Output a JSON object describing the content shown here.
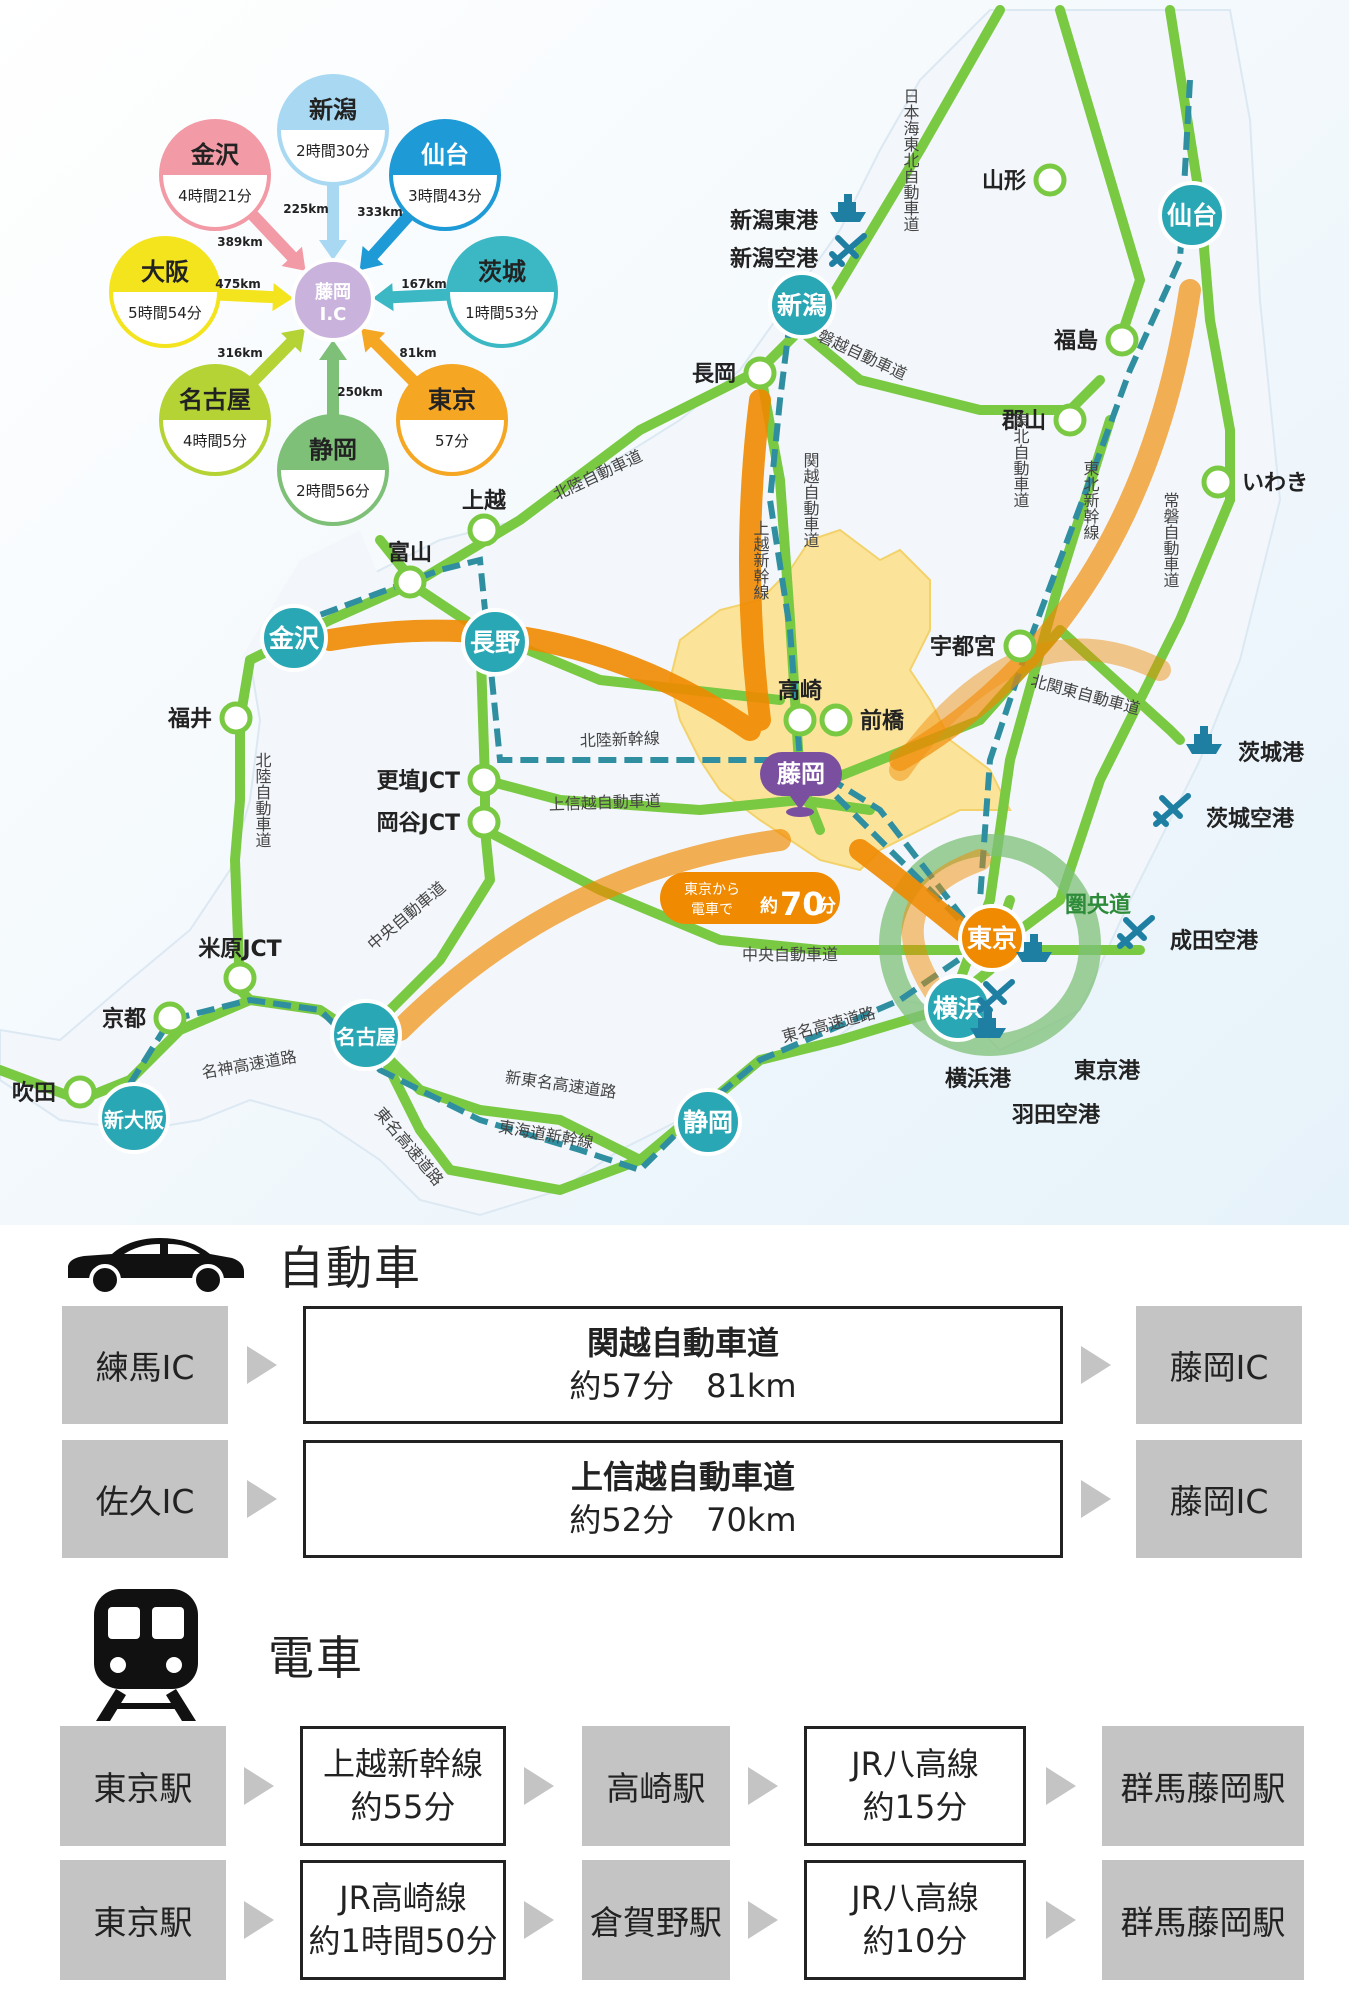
{
  "map": {
    "center": {
      "name": "藤岡",
      "ic_line1": "藤岡",
      "ic_line2": "I.C"
    },
    "distances": [
      {
        "city": "新潟",
        "time": "2時間30分",
        "km": "225km",
        "color": "#a8d8f2",
        "text_color": "#222"
      },
      {
        "city": "仙台",
        "time": "3時間43分",
        "km": "333km",
        "color": "#1e9ad6",
        "text_color": "#fff"
      },
      {
        "city": "茨城",
        "time": "1時間53分",
        "km": "167km",
        "color": "#3cb8c4",
        "text_color": "#222"
      },
      {
        "city": "東京",
        "time": "57分",
        "km": "81km",
        "color": "#f5a623",
        "text_color": "#222"
      },
      {
        "city": "静岡",
        "time": "2時間56分",
        "km": "250km",
        "color": "#7fc078",
        "text_color": "#222"
      },
      {
        "city": "名古屋",
        "time": "4時間5分",
        "km": "316km",
        "color": "#b5d334",
        "text_color": "#222"
      },
      {
        "city": "大阪",
        "time": "5時間54分",
        "km": "475km",
        "color": "#f4e41e",
        "text_color": "#222"
      },
      {
        "city": "金沢",
        "time": "4時間21分",
        "km": "389km",
        "color": "#f29aa6",
        "text_color": "#222"
      }
    ],
    "hub_cities": [
      "新潟",
      "仙台",
      "金沢",
      "長野",
      "名古屋",
      "静岡",
      "新大阪",
      "横浜",
      "東京"
    ],
    "small_cities": [
      "山形",
      "福島",
      "郡山",
      "いわき",
      "長岡",
      "上越",
      "富山",
      "福井",
      "高崎",
      "前橋",
      "宇都宮",
      "吹田",
      "京都",
      "米原JCT",
      "更埴JCT",
      "岡谷JCT"
    ],
    "ports": [
      "新潟東港",
      "新潟空港",
      "茨城港",
      "茨城空港",
      "成田空港",
      "東京港",
      "横浜港",
      "羽田空港"
    ],
    "roads": [
      "日本海東北自動車道",
      "磐越自動車道",
      "北陸自動車道",
      "関越自動車道",
      "上越新幹線",
      "東北自動車道",
      "東北新幹線",
      "常磐自動車道",
      "北関東自動車道",
      "北陸新幹線",
      "上信越自動車道",
      "北陸自動車道",
      "中央自動車道",
      "中央自動車道",
      "名神高速道路",
      "東名高速道路",
      "新東名高速道路",
      "東海道新幹線",
      "東名高速道路"
    ],
    "ring_road": "圏央道",
    "train_note": {
      "line1": "東京から",
      "line2": "電車で",
      "prefix": "約",
      "number": "70",
      "suffix": "分"
    }
  },
  "car": {
    "title": "自動車",
    "icon": "car-icon",
    "rows": [
      {
        "from": "練馬IC",
        "route": "関越自動車道",
        "detail": "約57分　81km",
        "to": "藤岡IC"
      },
      {
        "from": "佐久IC",
        "route": "上信越自動車道",
        "detail": "約52分　70km",
        "to": "藤岡IC"
      }
    ]
  },
  "train": {
    "title": "電車",
    "icon": "train-icon",
    "rows": [
      {
        "from": "東京駅",
        "line1": "上越新幹線",
        "time1": "約55分",
        "via": "高崎駅",
        "line2": "JR八高線",
        "time2": "約15分",
        "to": "群馬藤岡駅"
      },
      {
        "from": "東京駅",
        "line1": "JR高崎線",
        "time1": "約1時間50分",
        "via": "倉賀野駅",
        "line2": "JR八高線",
        "time2": "約10分",
        "to": "群馬藤岡駅"
      }
    ]
  }
}
